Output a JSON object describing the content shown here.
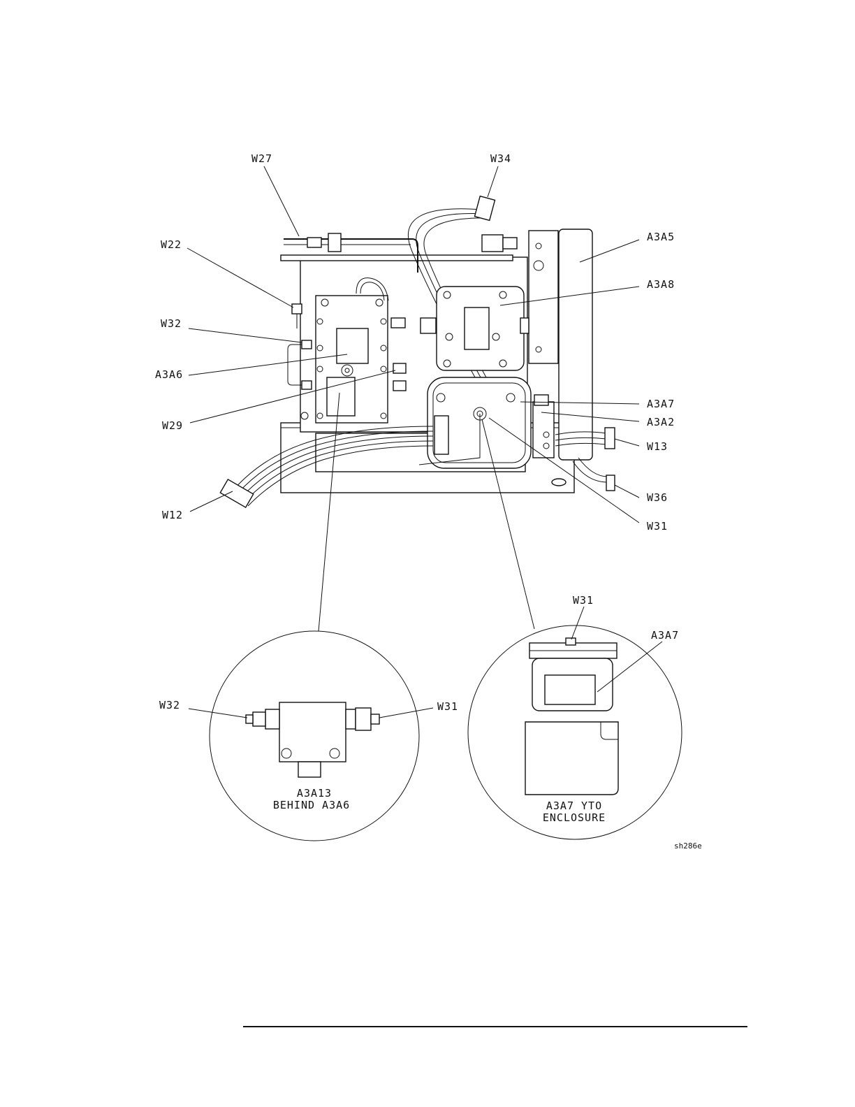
{
  "labels": {
    "w27": "W27",
    "w34": "W34",
    "w22": "W22",
    "a3a5": "A3A5",
    "a3a8": "A3A8",
    "w32": "W32",
    "a3a6": "A3A6",
    "w29": "W29",
    "a3a7": "A3A7",
    "a3a2": "A3A2",
    "w13": "W13",
    "w36": "W36",
    "w31": "W31",
    "w12": "W12"
  },
  "detail_left": {
    "w32": "W32",
    "w31": "W31",
    "caption_line1": "A3A13",
    "caption_line2": "BEHIND A3A6"
  },
  "detail_right": {
    "w31": "W31",
    "a3a7": "A3A7",
    "caption_line1": "A3A7 YTO",
    "caption_line2": "ENCLOSURE"
  },
  "figure_code": "sh286e"
}
